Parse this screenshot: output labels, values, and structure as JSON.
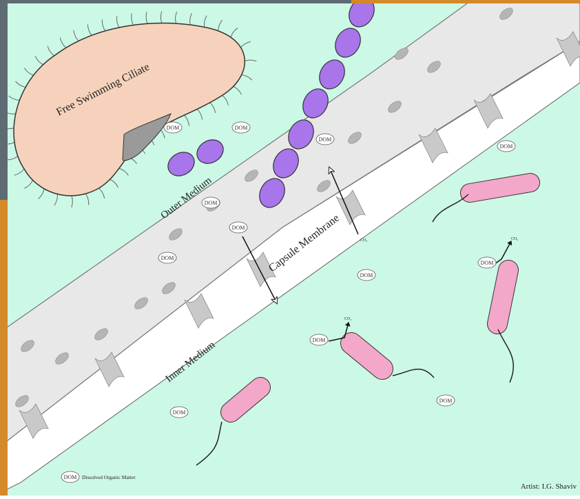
{
  "labels": {
    "ciliate": "Free Swimming Ciliate",
    "outer_medium": "Outer Medium",
    "inner_medium": "Inner Medium",
    "capsule_membrane": "Capsule Membrane",
    "co2": "CO₂",
    "dom": "DOM"
  },
  "legend": {
    "symbol": "DOM",
    "text": "Dissolved Organic Matter"
  },
  "credit": "Artist: I.G. Shaviv",
  "colors": {
    "medium": "#ccf8e6",
    "membrane": "#e8e8e8",
    "ciliate": "#f6d2bc",
    "algae": "#a875ea",
    "bacteria": "#f3a7c9",
    "frame_left": "#d48a28",
    "frame_top": "#5f6b73"
  }
}
